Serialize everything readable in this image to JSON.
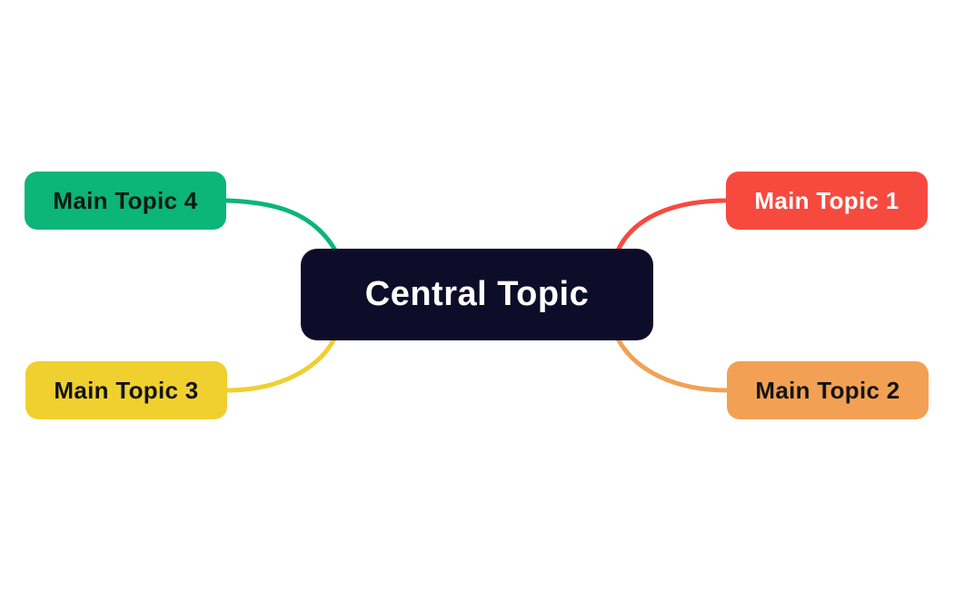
{
  "diagram": {
    "type": "mindmap",
    "background": "#ffffff",
    "central": {
      "label": "Central Topic",
      "bg": "#0E0D29",
      "text_color": "#ffffff"
    },
    "topics": [
      {
        "label": "Main Topic 1",
        "bg": "#F74A3F",
        "text_color": "#ffffff",
        "position": "top-right"
      },
      {
        "label": "Main Topic 2",
        "bg": "#F2A154",
        "text_color": "#141414",
        "position": "bottom-right"
      },
      {
        "label": "Main Topic 3",
        "bg": "#EFD02F",
        "text_color": "#141414",
        "position": "bottom-left"
      },
      {
        "label": "Main Topic 4",
        "bg": "#0CB57A",
        "text_color": "#0B1A12",
        "position": "top-left"
      }
    ],
    "connectors": {
      "topic1_color": "#F74A3F",
      "topic2_color": "#F2A154",
      "topic3_color": "#EFD02F",
      "topic4_color": "#0CB57A"
    }
  }
}
